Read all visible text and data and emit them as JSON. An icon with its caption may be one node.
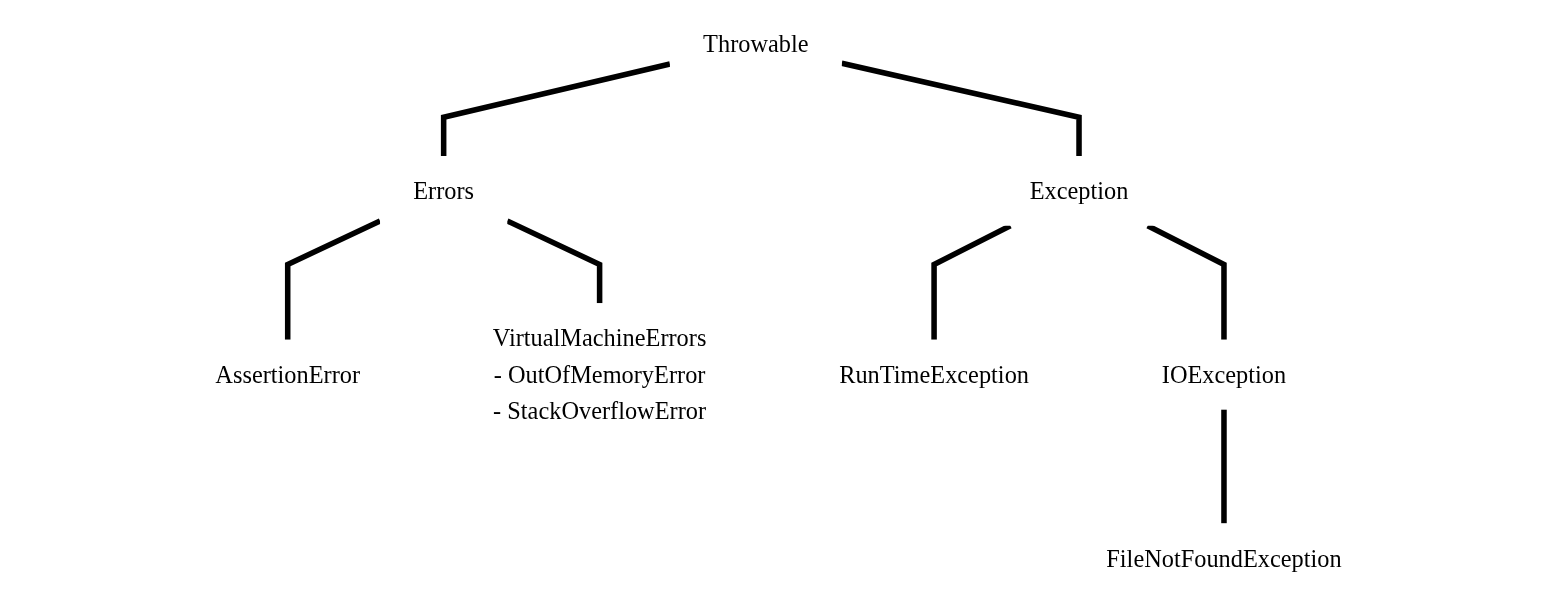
{
  "diagram": {
    "nodes": [
      {
        "text": [
          "Throwable"
        ]
      },
      {
        "text": [
          "Errors"
        ]
      },
      {
        "text": [
          "Exception"
        ]
      },
      {
        "text": [
          "AssertionError"
        ]
      },
      {
        "text": [
          "VirtualMachineErrors",
          "- OutOfMemoryError",
          "- StackOverflowError"
        ]
      },
      {
        "text": [
          "RunTimeException"
        ]
      },
      {
        "text": [
          "IOException"
        ]
      },
      {
        "text": [
          "FileNotFoundException"
        ]
      }
    ],
    "edges": [
      {
        "from": 0,
        "to": 1,
        "arrow": "none"
      },
      {
        "from": 0,
        "to": 2,
        "arrow": "none"
      },
      {
        "from": 1,
        "to": 3,
        "arrow": "none"
      },
      {
        "from": 1,
        "to": 4,
        "arrow": "none"
      },
      {
        "from": 2,
        "to": 5,
        "arrow": "none"
      },
      {
        "from": 2,
        "to": 6,
        "arrow": "none"
      },
      {
        "from": 6,
        "to": 7,
        "arrow": "none"
      }
    ]
  }
}
